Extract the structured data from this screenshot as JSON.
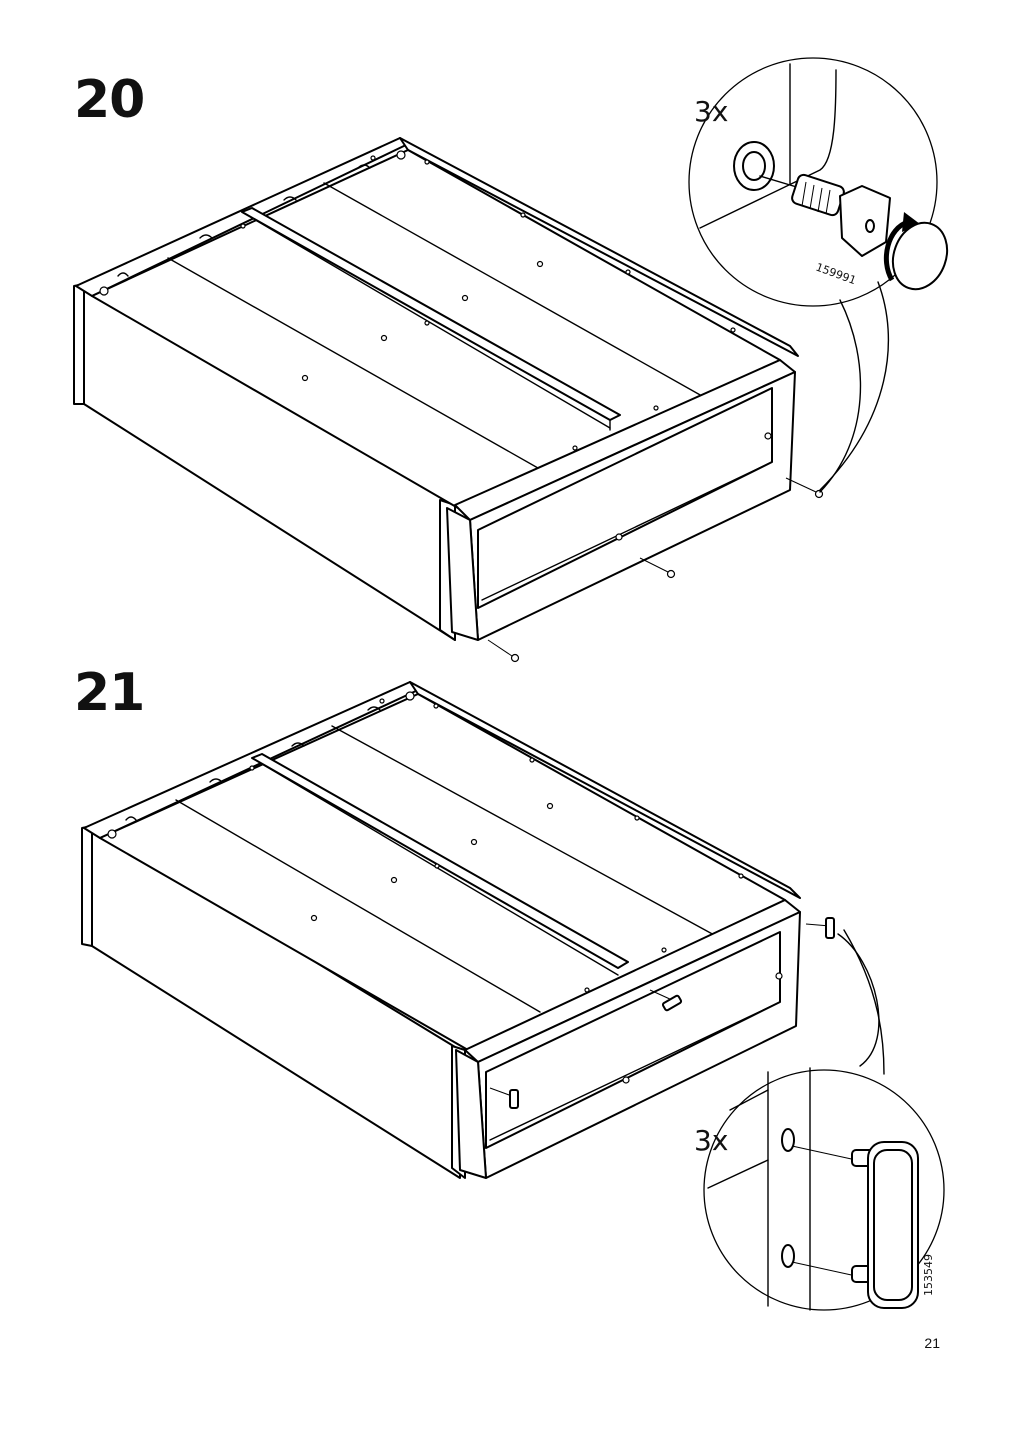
{
  "steps": [
    {
      "number": "20",
      "detail_quantity": "3x",
      "detail_part": "159991"
    },
    {
      "number": "21",
      "detail_quantity": "3x",
      "detail_part": "153549"
    }
  ],
  "page_number": "21"
}
